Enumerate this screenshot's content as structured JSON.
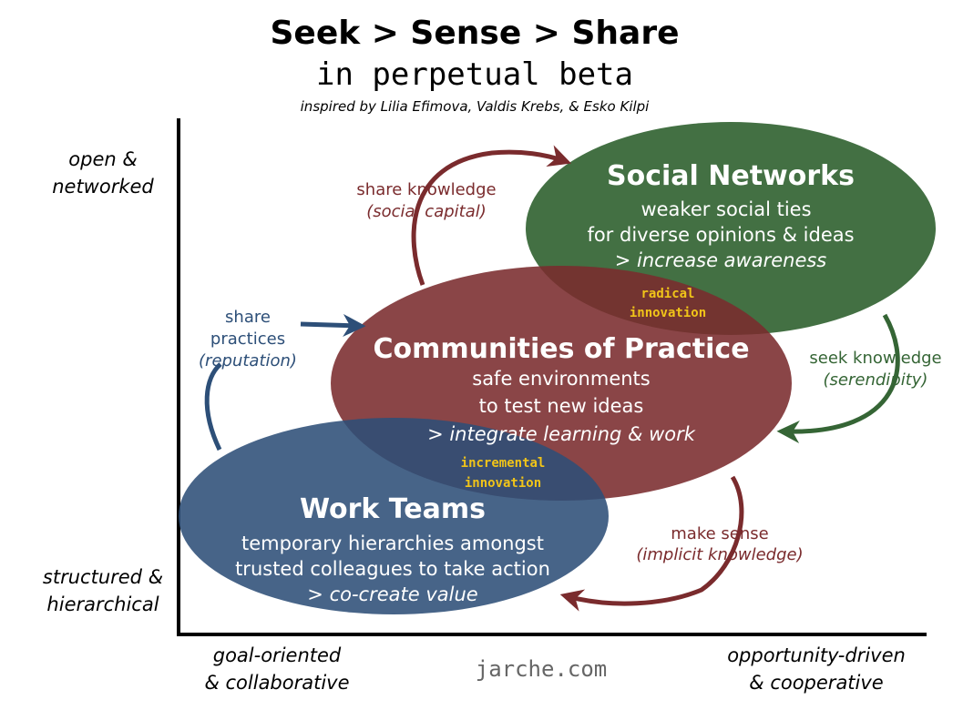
{
  "title": "Seek > Sense > Share",
  "subtitle": "in perpetual beta",
  "credit": "inspired by Lilia Efimova, Valdis Krebs, & Esko Kilpi",
  "y_axis": {
    "top_line1": "open &",
    "top_line2": "networked",
    "bottom_line1": "structured &",
    "bottom_line2": "hierarchical"
  },
  "x_axis": {
    "left_line1": "goal-oriented",
    "left_line2": "& collaborative",
    "center": "jarche.com",
    "right_line1": "opportunity-driven",
    "right_line2": "& cooperative"
  },
  "ellipses": {
    "social": {
      "title": "Social Networks",
      "line1": "weaker social ties",
      "line2": "for diverse opinions & ideas",
      "line3": "> increase awareness",
      "color": "#356535"
    },
    "communities": {
      "title": "Communities of Practice",
      "line1": "safe environments",
      "line2": "to test new ideas",
      "line3": "> integrate learning & work",
      "color": "#7a2b2d"
    },
    "teams": {
      "title": "Work Teams",
      "line1": "temporary hierarchies amongst",
      "line2": "trusted colleagues to take action",
      "line3": "> co-create value",
      "color": "#2d4f78"
    }
  },
  "overlaps": {
    "radical_1": "radical",
    "radical_2": "innovation",
    "incremental_1": "incremental",
    "incremental_2": "innovation",
    "color": "#f0c419"
  },
  "flows": {
    "share_knowledge": "share knowledge",
    "social_capital": "(social capital)",
    "share_practices_1": "share",
    "share_practices_2": "practices",
    "reputation": "(reputation)",
    "seek_knowledge": "seek knowledge",
    "serendipity": "(serendipity)",
    "make_sense": "make sense",
    "implicit_knowledge": "(implicit knowledge)"
  },
  "colors": {
    "red_arrow": "#7a2b2d",
    "blue_arrow": "#2d4f78",
    "green_arrow": "#356535",
    "axis": "#000000",
    "footer": "#666666"
  }
}
